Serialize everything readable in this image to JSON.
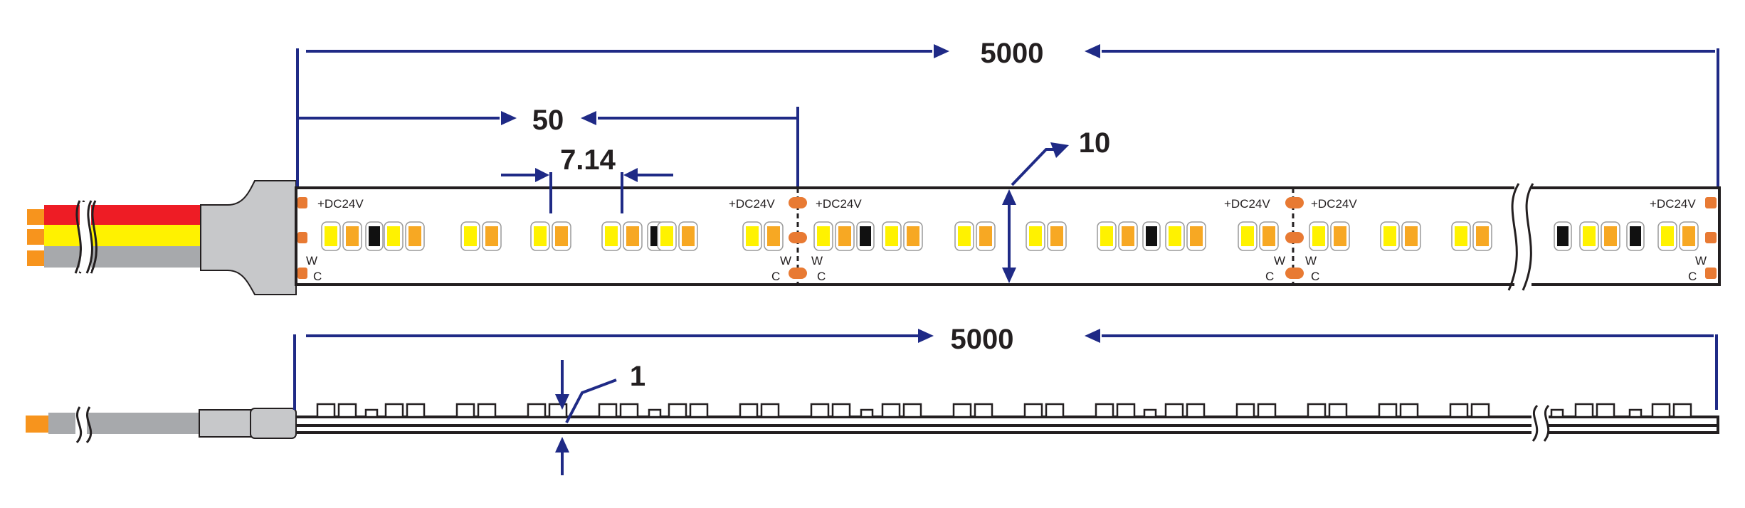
{
  "top_view": {
    "dim_total": "5000",
    "dim_cut": "50",
    "dim_pitch": "7.14",
    "dim_width": "10",
    "pad_label": "+DC24V",
    "w_label": "W",
    "c_label": "C"
  },
  "side_view": {
    "dim_total": "5000",
    "dim_thickness": "1"
  },
  "colors": {
    "dimension": "#1f2a86",
    "wire_red": "#ee1c25",
    "wire_yellow": "#fff200",
    "wire_gray": "#a7a9ac",
    "pad_orange": "#e87a33",
    "led_yellow": "#fff200",
    "led_amber": "#f7a823",
    "led_black": "#111111",
    "connector_gray": "#c7c8ca"
  }
}
